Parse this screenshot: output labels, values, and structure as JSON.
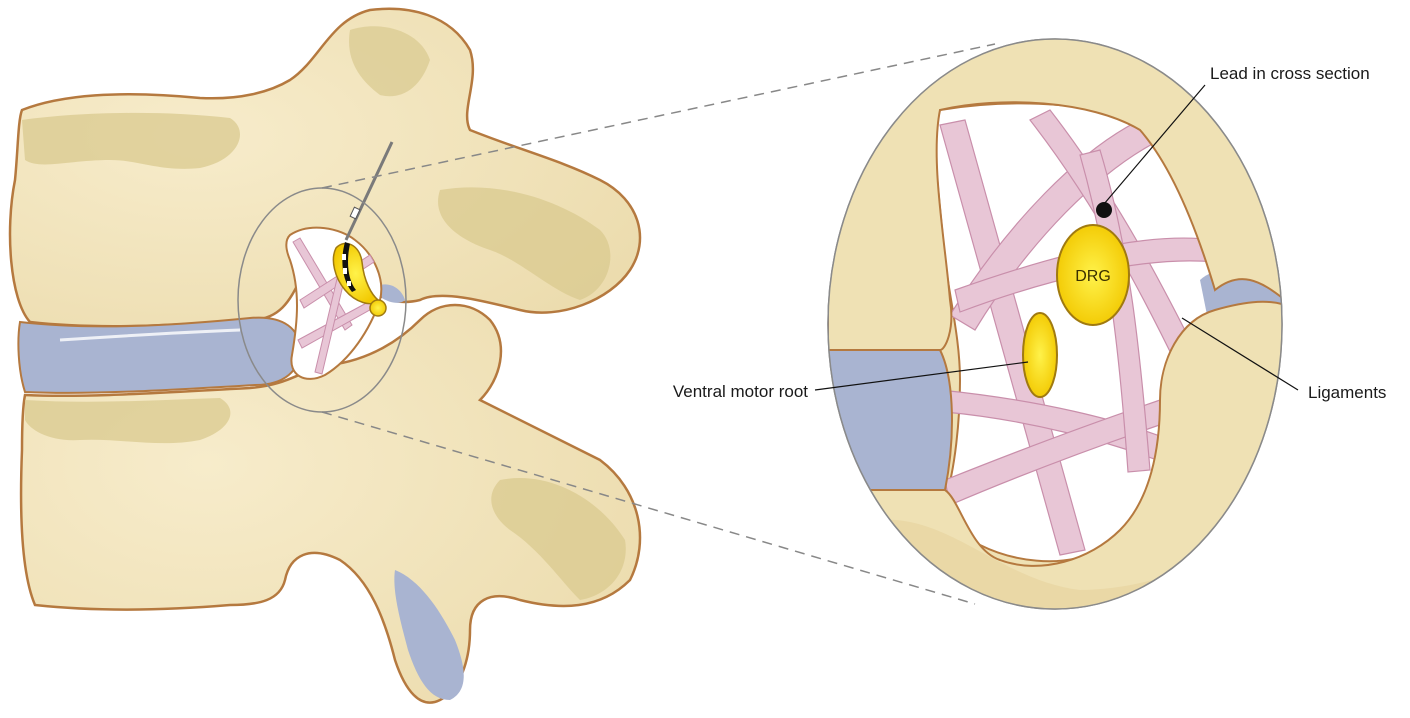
{
  "labels": {
    "lead": "Lead in cross section",
    "drg": "DRG",
    "ventral": "Ventral motor root",
    "ligaments": "Ligaments"
  },
  "colors": {
    "bone": "#f3e7c2",
    "bone_shadow": "#d9c98f",
    "bone_outline": "#b5793f",
    "disc": "#a9b4d1",
    "ligament": "#e8c6d6",
    "ligament_outline": "#c98fab",
    "ganglion": "#f5d60a",
    "ganglion_outline": "#a07a10"
  }
}
